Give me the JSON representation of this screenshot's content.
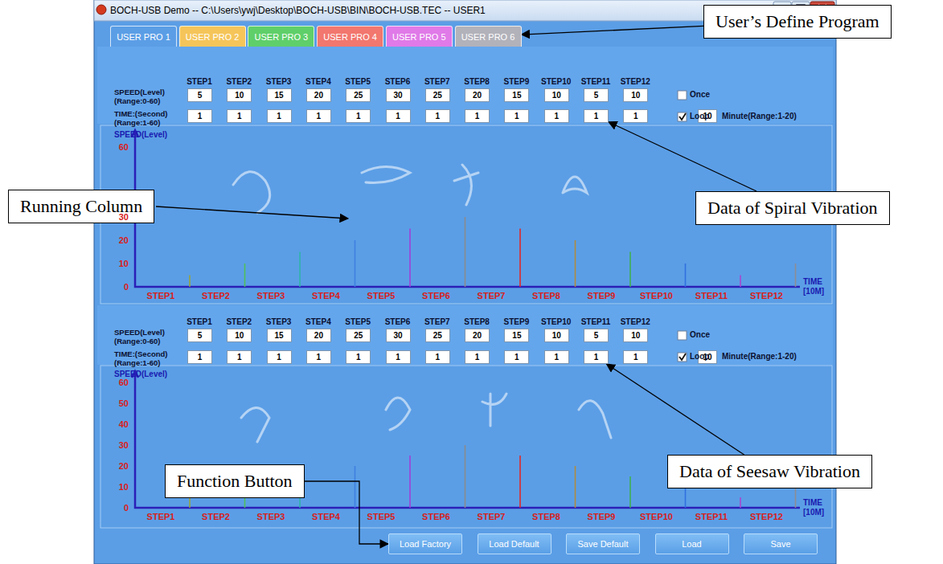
{
  "diagram": {
    "nodes": [
      {
        "text": [
          "USER PRO 1"
        ]
      },
      {
        "text": [
          "USER PRO 2"
        ]
      },
      {
        "text": [
          "USER PRO 3"
        ]
      },
      {
        "text": [
          "USER PRO 4"
        ]
      },
      {
        "text": [
          "USER PRO 5"
        ]
      },
      {
        "text": [
          "USER PRO 6"
        ]
      },
      {
        "text": [
          "User’s Define Program"
        ]
      },
      {
        "text": [
          "5"
        ]
      },
      {
        "text": [
          "10"
        ]
      },
      {
        "text": [
          "15"
        ]
      },
      {
        "text": [
          "20"
        ]
      },
      {
        "text": [
          "25"
        ]
      },
      {
        "text": [
          "30"
        ]
      },
      {
        "text": [
          "25"
        ]
      },
      {
        "text": [
          "20"
        ]
      },
      {
        "text": [
          "15"
        ]
      },
      {
        "text": [
          "10"
        ]
      },
      {
        "text": [
          "5"
        ]
      },
      {
        "text": [
          "10"
        ]
      },
      {
        "text": [
          "1"
        ]
      },
      {
        "text": [
          "1"
        ]
      },
      {
        "text": [
          "1"
        ]
      },
      {
        "text": [
          "1"
        ]
      },
      {
        "text": [
          "1"
        ]
      },
      {
        "text": [
          "1"
        ]
      },
      {
        "text": [
          "1"
        ]
      },
      {
        "text": [
          "1"
        ]
      },
      {
        "text": [
          "1"
        ]
      },
      {
        "text": [
          "1"
        ]
      },
      {
        "text": [
          "1"
        ]
      },
      {
        "text": [
          "1"
        ]
      },
      {
        "text": [
          "10"
        ]
      },
      {
        "text": [
          "Running Column"
        ]
      },
      {
        "text": [
          "Data of Spiral Vibration"
        ]
      },
      {
        "text": [
          "5"
        ]
      },
      {
        "text": [
          "10"
        ]
      },
      {
        "text": [
          "15"
        ]
      },
      {
        "text": [
          "20"
        ]
      },
      {
        "text": [
          "25"
        ]
      },
      {
        "text": [
          "30"
        ]
      },
      {
        "text": [
          "25"
        ]
      },
      {
        "text": [
          "20"
        ]
      },
      {
        "text": [
          "15"
        ]
      },
      {
        "text": [
          "10"
        ]
      },
      {
        "text": [
          "5"
        ]
      },
      {
        "text": [
          "10"
        ]
      },
      {
        "text": [
          "1"
        ]
      },
      {
        "text": [
          "1"
        ]
      },
      {
        "text": [
          "1"
        ]
      },
      {
        "text": [
          "1"
        ]
      },
      {
        "text": [
          "1"
        ]
      },
      {
        "text": [
          "1"
        ]
      },
      {
        "text": [
          "1"
        ]
      },
      {
        "text": [
          "1"
        ]
      },
      {
        "text": [
          "1"
        ]
      },
      {
        "text": [
          "1"
        ]
      },
      {
        "text": [
          "1"
        ]
      },
      {
        "text": [
          "1"
        ]
      },
      {
        "text": [
          "10"
        ]
      },
      {
        "text": [
          "Data of Seesaw Vibration"
        ]
      },
      {
        "text": [
          "Function Button"
        ]
      },
      {
        "text": [
          "Load Factory"
        ]
      },
      {
        "text": [
          "Load Default"
        ]
      },
      {
        "text": [
          "Save Default"
        ]
      },
      {
        "text": [
          "Load"
        ]
      },
      {
        "text": [
          "Save"
        ]
      }
    ],
    "edges": [
      {
        "from": 6,
        "to": 5,
        "arrow": "to"
      },
      {
        "from": 33,
        "to": 29,
        "arrow": "to"
      },
      {
        "from": 59,
        "to": 56,
        "arrow": "to"
      },
      {
        "from": 60,
        "to": 61,
        "arrow": "to"
      }
    ],
    "labels": [
      "BOCH-USB Demo -- C:\\Users\\ywj\\Desktop\\BOCH-USB\\BIN\\BOCH-USB.TEC -- USER1",
      "STEP1",
      "STEP2",
      "STEP3",
      "STEP4",
      "STEP5",
      "STEP6",
      "STEP7",
      "STEP8",
      "STEP9",
      "STEP10",
      "STEP11",
      "STEP12",
      "SPEED(Level) (Range:0-60)",
      "TIME:(Second) (Range:1-60)",
      "Once",
      "Loop",
      "Minute(Range:1-20)",
      "SPEED(Level)",
      "60",
      "30",
      "20",
      "10",
      "0",
      "STEP1",
      "STEP2",
      "STEP3",
      "STEP4",
      "STEP5",
      "STEP6",
      "STEP7",
      "STEP8",
      "STEP9",
      "STEP10",
      "STEP11",
      "STEP12",
      "TIME [10M]",
      "STEP1",
      "STEP2",
      "STEP3",
      "STEP4",
      "STEP5",
      "STEP6",
      "STEP7",
      "STEP8",
      "STEP9",
      "STEP10",
      "STEP11",
      "STEP12",
      "SPEED(Level) (Range:0-60)",
      "TIME:(Second) (Range:1-60)",
      "Once",
      "Loop",
      "Minute(Range:1-20)",
      "SPEED(Level)",
      "60",
      "50",
      "40",
      "30",
      "20",
      "10",
      "0",
      "STEP1",
      "STEP2",
      "STEP3",
      "STEP4",
      "STEP5",
      "STEP6",
      "STEP7",
      "STEP8",
      "STEP9",
      "STEP10",
      "STEP11",
      "STEP12",
      "TIME [10M]"
    ]
  }
}
